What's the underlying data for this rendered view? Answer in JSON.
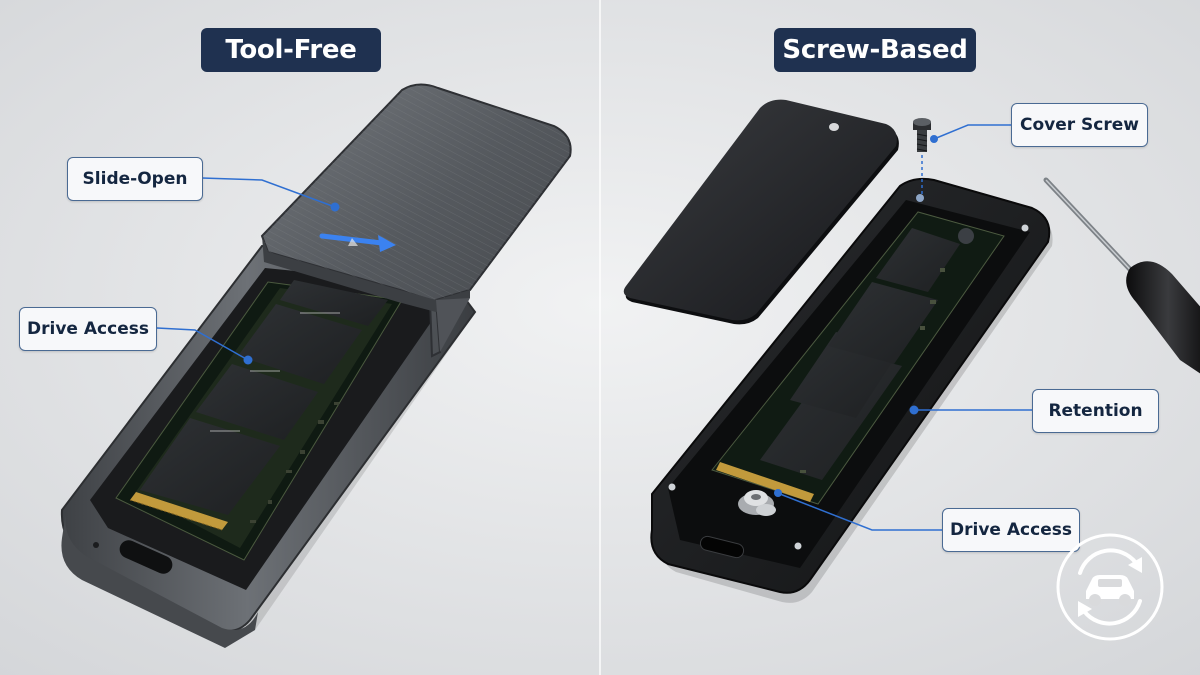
{
  "titles": {
    "left": "Tool-Free",
    "right": "Screw-Based"
  },
  "callouts": {
    "slide_open": "Slide-Open",
    "drive_access_left": "Drive Access",
    "cover_screw": "Cover Screw",
    "retention": "Retention",
    "drive_access_right": "Drive Access"
  },
  "colors": {
    "badge_background": "#1f3150",
    "callout_border": "#4a6a93",
    "leader_line": "#2f6fd1",
    "background": "#e6e7e9"
  },
  "icons": {
    "logo": "car-in-circular-arrows-icon",
    "slide_arrow": "arrow-right-icon"
  }
}
